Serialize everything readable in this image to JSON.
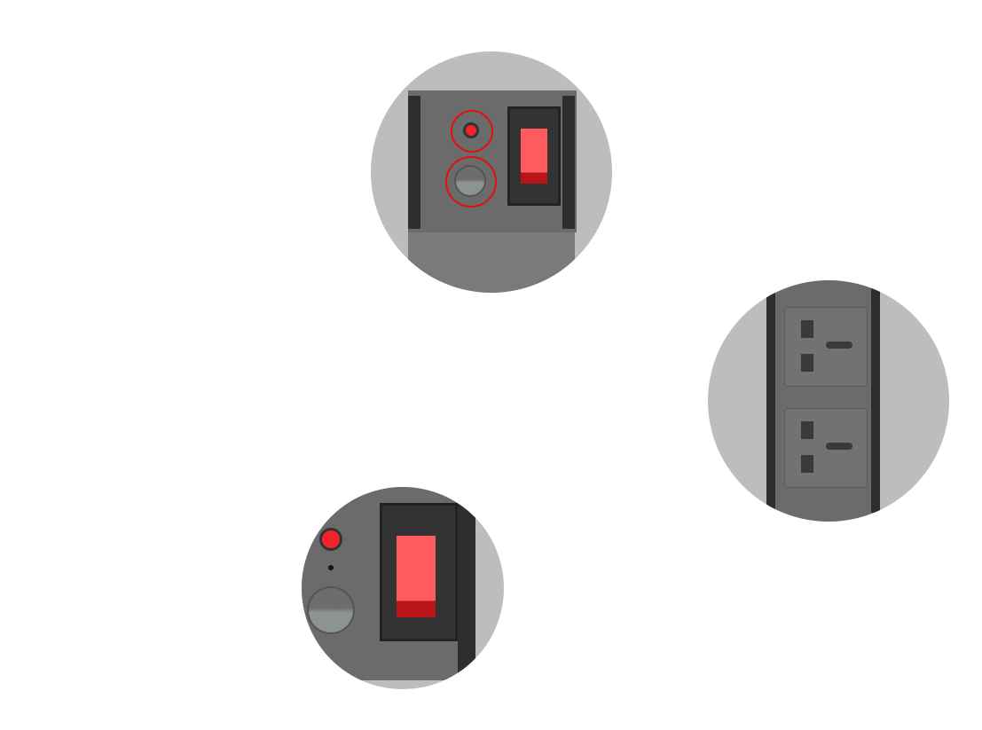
{
  "image": {
    "description_items": [
      "power-switch-detail",
      "socket-detail",
      "switch-closeup"
    ],
    "colors": {
      "indicator": "#f2242a",
      "body": "#6b6b6b",
      "background": "#bdbdbd"
    }
  }
}
